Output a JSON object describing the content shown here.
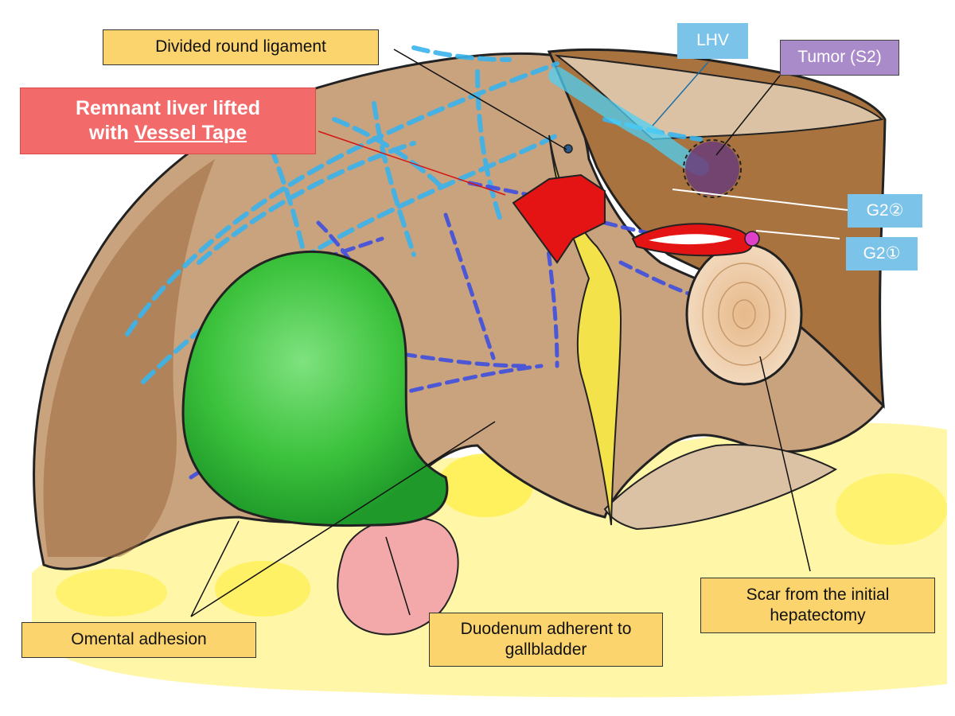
{
  "labels": {
    "round_ligament": "Divided round ligament",
    "remnant_line1": "Remnant liver lifted",
    "remnant_line2_prefix": "with ",
    "remnant_line2_tape": "Vessel Tape",
    "lhv": "LHV",
    "tumor": "Tumor (S2)",
    "g2_2": "G2②",
    "g2_1": "G2①",
    "scar_line1": "Scar from the initial",
    "scar_line2": "hepatectomy",
    "duodenum_line1": "Duodenum adherent to",
    "duodenum_line2": "gallbladder",
    "omental": "Omental adhesion"
  },
  "colors": {
    "liver": "#c9a27e",
    "liver_light": "#dcc2a4",
    "liver_dark": "#9a6a3c",
    "gallbladder": "#3cc23c",
    "omentum": "#fff27a",
    "duodenum": "#f3a9a9",
    "ligament": "#f3e24a",
    "vessel_tape": "#e41414",
    "portal_vein": "#3f4fe0",
    "hepatic_vein": "#3ab4ec",
    "tumor": "#6b3c7a",
    "g2_marker": "#e040c8"
  }
}
